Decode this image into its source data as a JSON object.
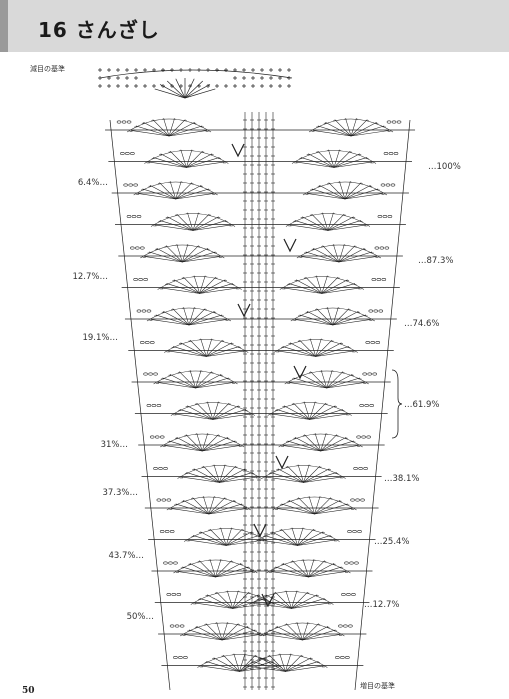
{
  "header": {
    "title": "16 さんざし"
  },
  "labels": {
    "decrease_ref": "減目の基準",
    "increase_ref": "増目の基準",
    "page_number": "50"
  },
  "left_percents": [
    "6.4%…",
    "12.7%…",
    "19.1%…",
    "31%…",
    "37.3%…",
    "43.7%…",
    "50%…"
  ],
  "right_percents": [
    "…100%",
    "…87.3%",
    "…74.6%",
    "…61.9%",
    "…38.1%",
    "…25.4%",
    "…12.7%"
  ],
  "colors": {
    "header_band": "#d9d9d9",
    "ink": "#222222"
  }
}
